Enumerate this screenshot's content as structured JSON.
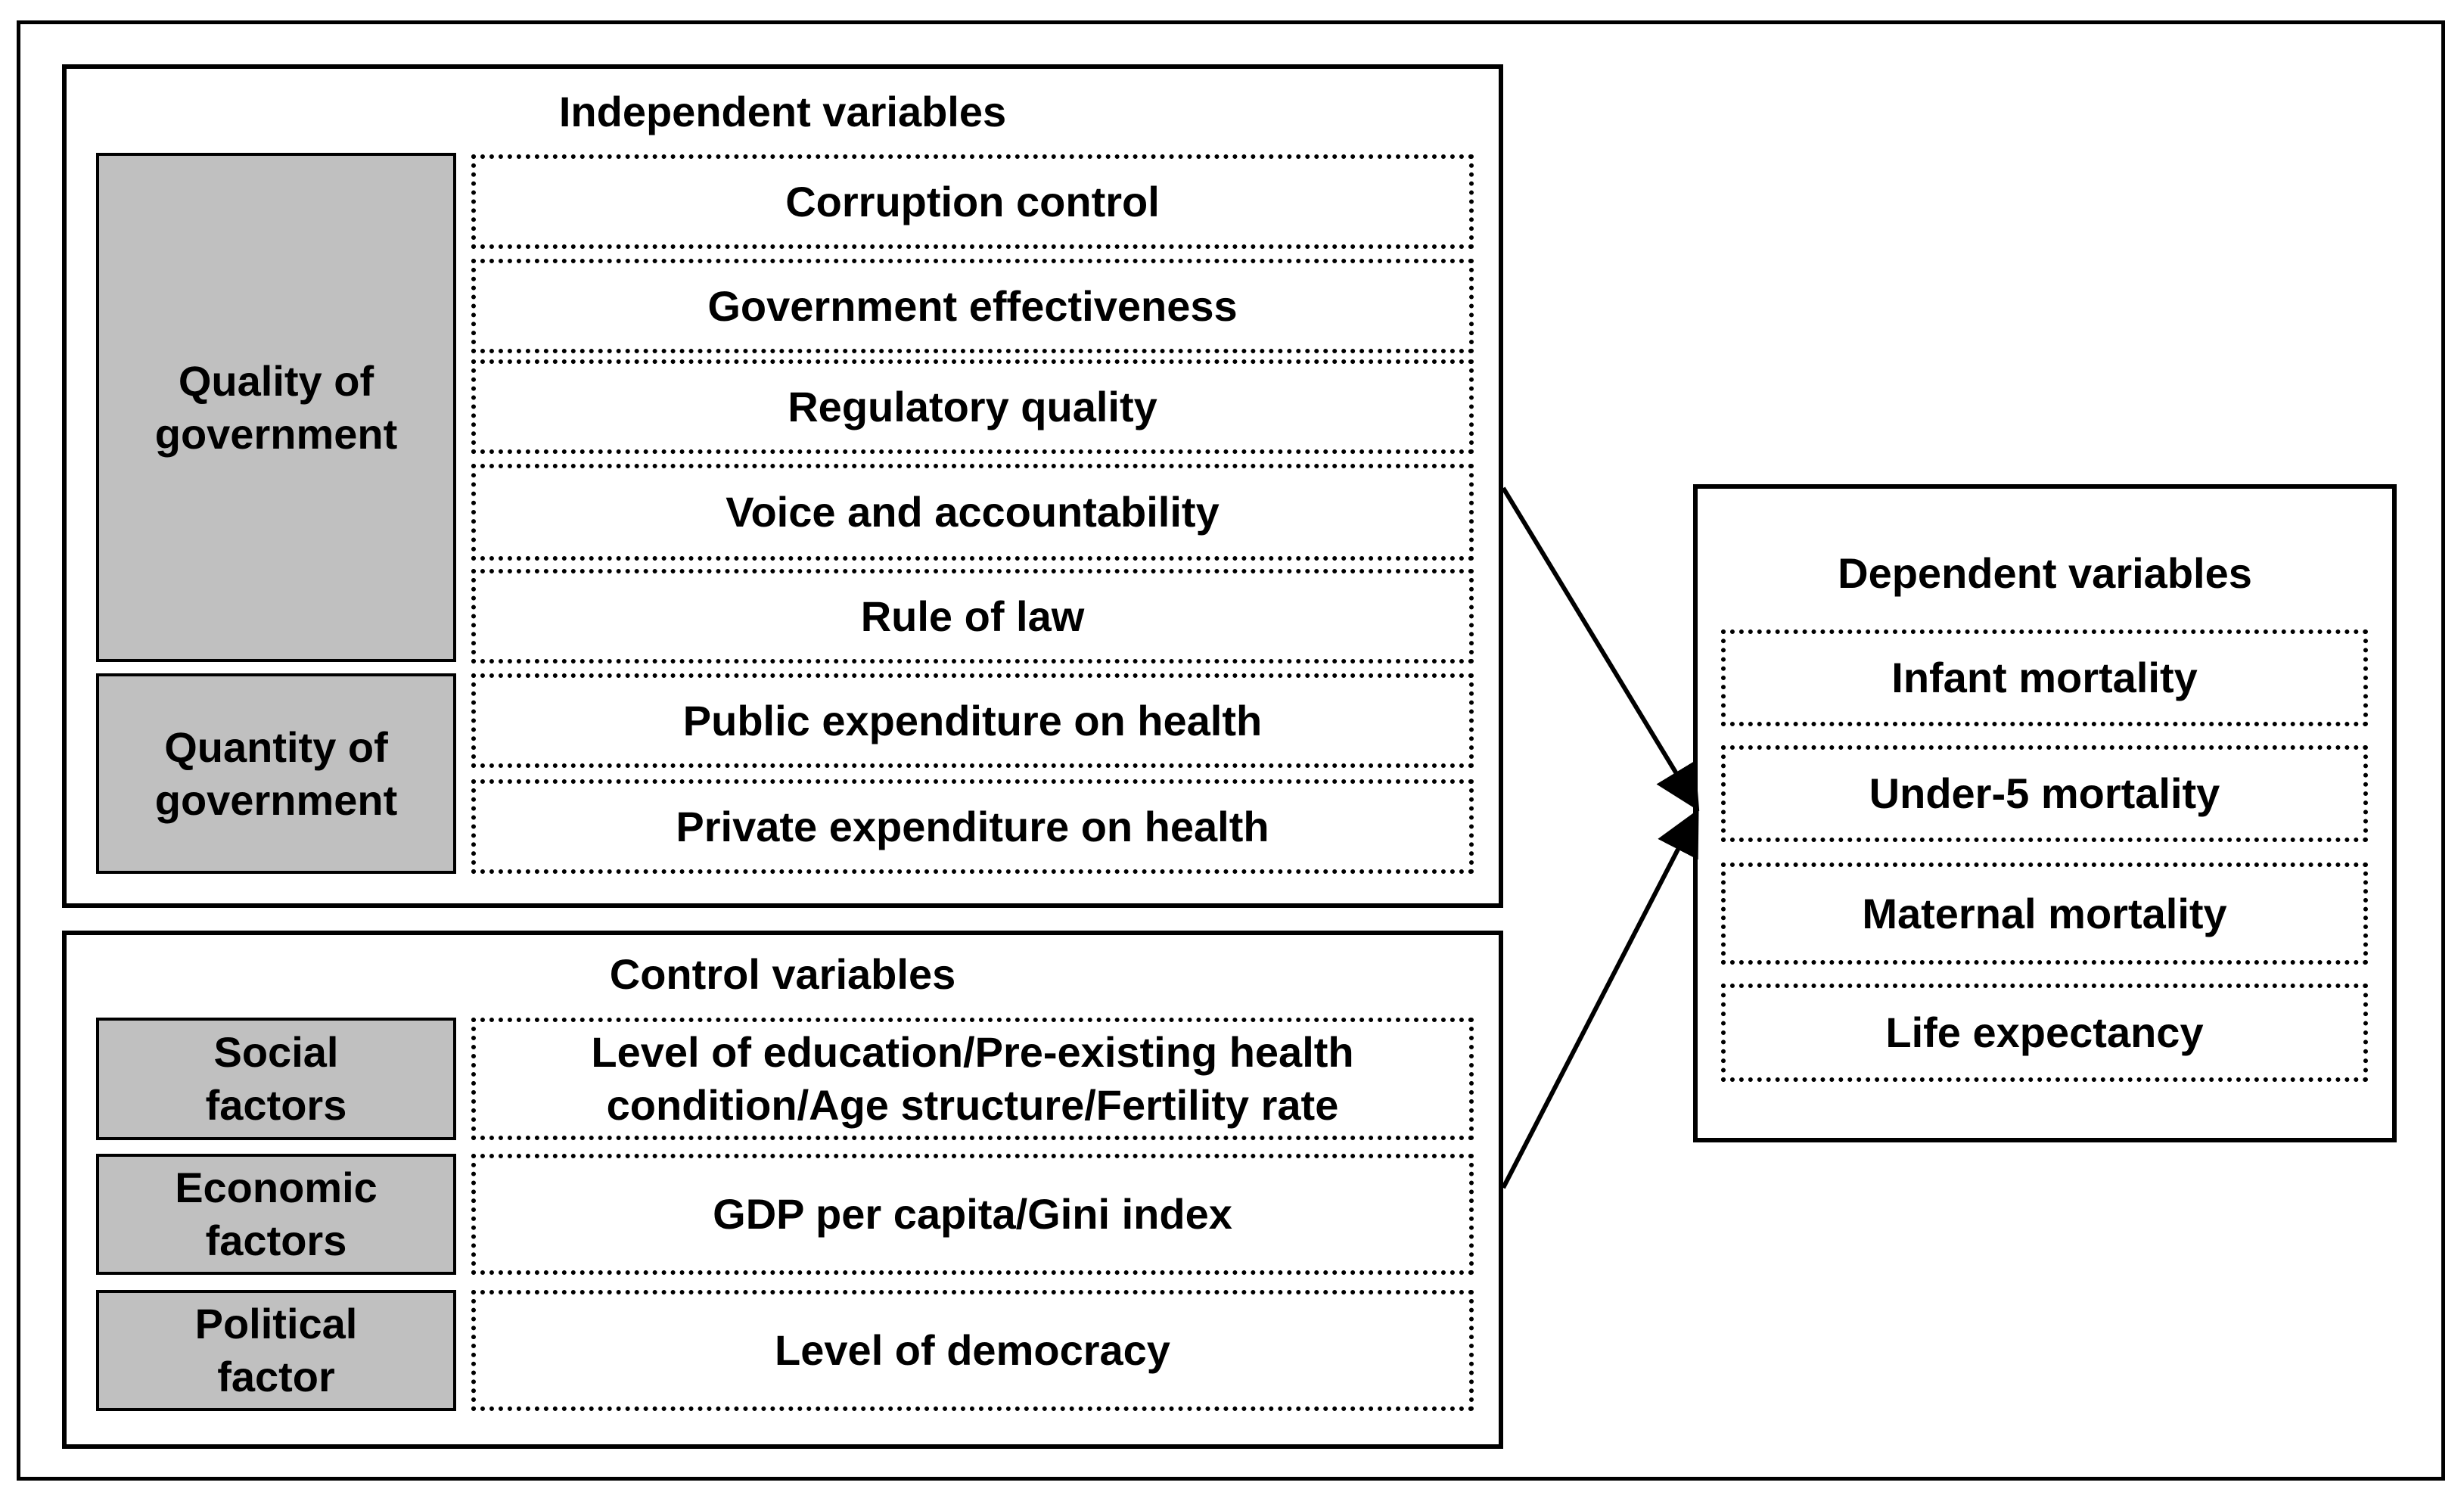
{
  "independent": {
    "title": "Independent variables",
    "categories": [
      {
        "label": "Quality of\ngovernment",
        "items": [
          "Corruption control",
          "Government effectiveness",
          "Regulatory quality",
          "Voice and accountability",
          "Rule of law"
        ]
      },
      {
        "label": "Quantity of\ngovernment",
        "items": [
          "Public expenditure on health",
          "Private expenditure on health"
        ]
      }
    ]
  },
  "control": {
    "title": "Control variables",
    "categories": [
      {
        "label": "Social\nfactors",
        "item": "Level of education/Pre-existing health condition/Age structure/Fertility rate"
      },
      {
        "label": "Economic\nfactors",
        "item": "GDP per capita/Gini index"
      },
      {
        "label": "Political\nfactor",
        "item": "Level of democracy"
      }
    ]
  },
  "dependent": {
    "title": "Dependent variables",
    "items": [
      "Infant mortality",
      "Under-5 mortality",
      "Maternal mortality",
      "Life expectancy"
    ]
  },
  "colors": {
    "category_fill": "#c0c0c0",
    "border": "#000000",
    "background": "#ffffff"
  }
}
